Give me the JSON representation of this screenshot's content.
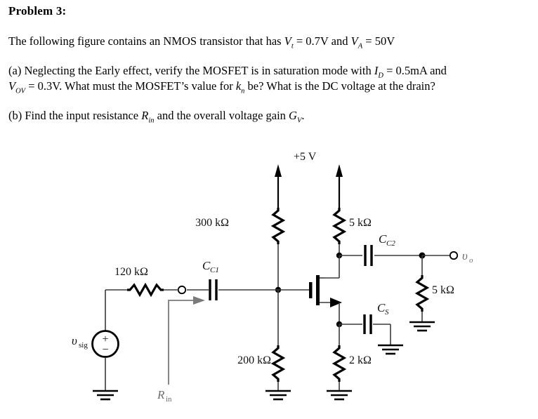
{
  "problem": {
    "title": "Problem 3:",
    "intro_prefix": "The following figure contains an NMOS transistor that has ",
    "intro_vt": "V",
    "intro_vt_sub": "t",
    "intro_vt_val": " = 0.7V and ",
    "intro_va": "V",
    "intro_va_sub": "A",
    "intro_va_val": " = 50V",
    "part_a_1": "(a) Neglecting the Early effect, verify the MOSFET is in saturation mode with ",
    "part_a_id": "I",
    "part_a_id_sub": "D",
    "part_a_id_val": " = 0.5mA and",
    "part_a_2_vov": "V",
    "part_a_2_vov_sub": "OV",
    "part_a_2_text": " = 0.3V.  What must the MOSFET’s value for ",
    "part_a_2_kn": "k",
    "part_a_2_kn_sub": "n",
    "part_a_2_tail": " be?  What is the DC voltage at the drain?",
    "part_b_1": "(b) Find the input resistance ",
    "part_b_rin": "R",
    "part_b_rin_sub": "in",
    "part_b_2": " and the overall voltage gain ",
    "part_b_gv": "G",
    "part_b_gv_sub": "V",
    "part_b_tail": "."
  },
  "circuit": {
    "supply_label": "+5 V",
    "r_drain_bias": "300 kΩ",
    "r_drain": "5 kΩ",
    "r_gate_series": "120  kΩ",
    "r_gate_bottom": "200 kΩ",
    "r_source": "2 kΩ",
    "r_load": "5 kΩ",
    "cap_in": "C",
    "cap_in_sub": "C1",
    "cap_out": "C",
    "cap_out_sub": "C2",
    "cap_source": "C",
    "cap_source_sub": "S",
    "source_label": "υ",
    "source_label_sub": "sig",
    "output_label": "υ",
    "output_label_sub": "o",
    "rin_label": "R",
    "rin_label_sub": "in",
    "source_polarity_plus": "+",
    "source_polarity_minus": "−",
    "colors": {
      "wire": "#3a3a3a",
      "ink": "#000000",
      "annotation": "#7a7a7a"
    }
  }
}
